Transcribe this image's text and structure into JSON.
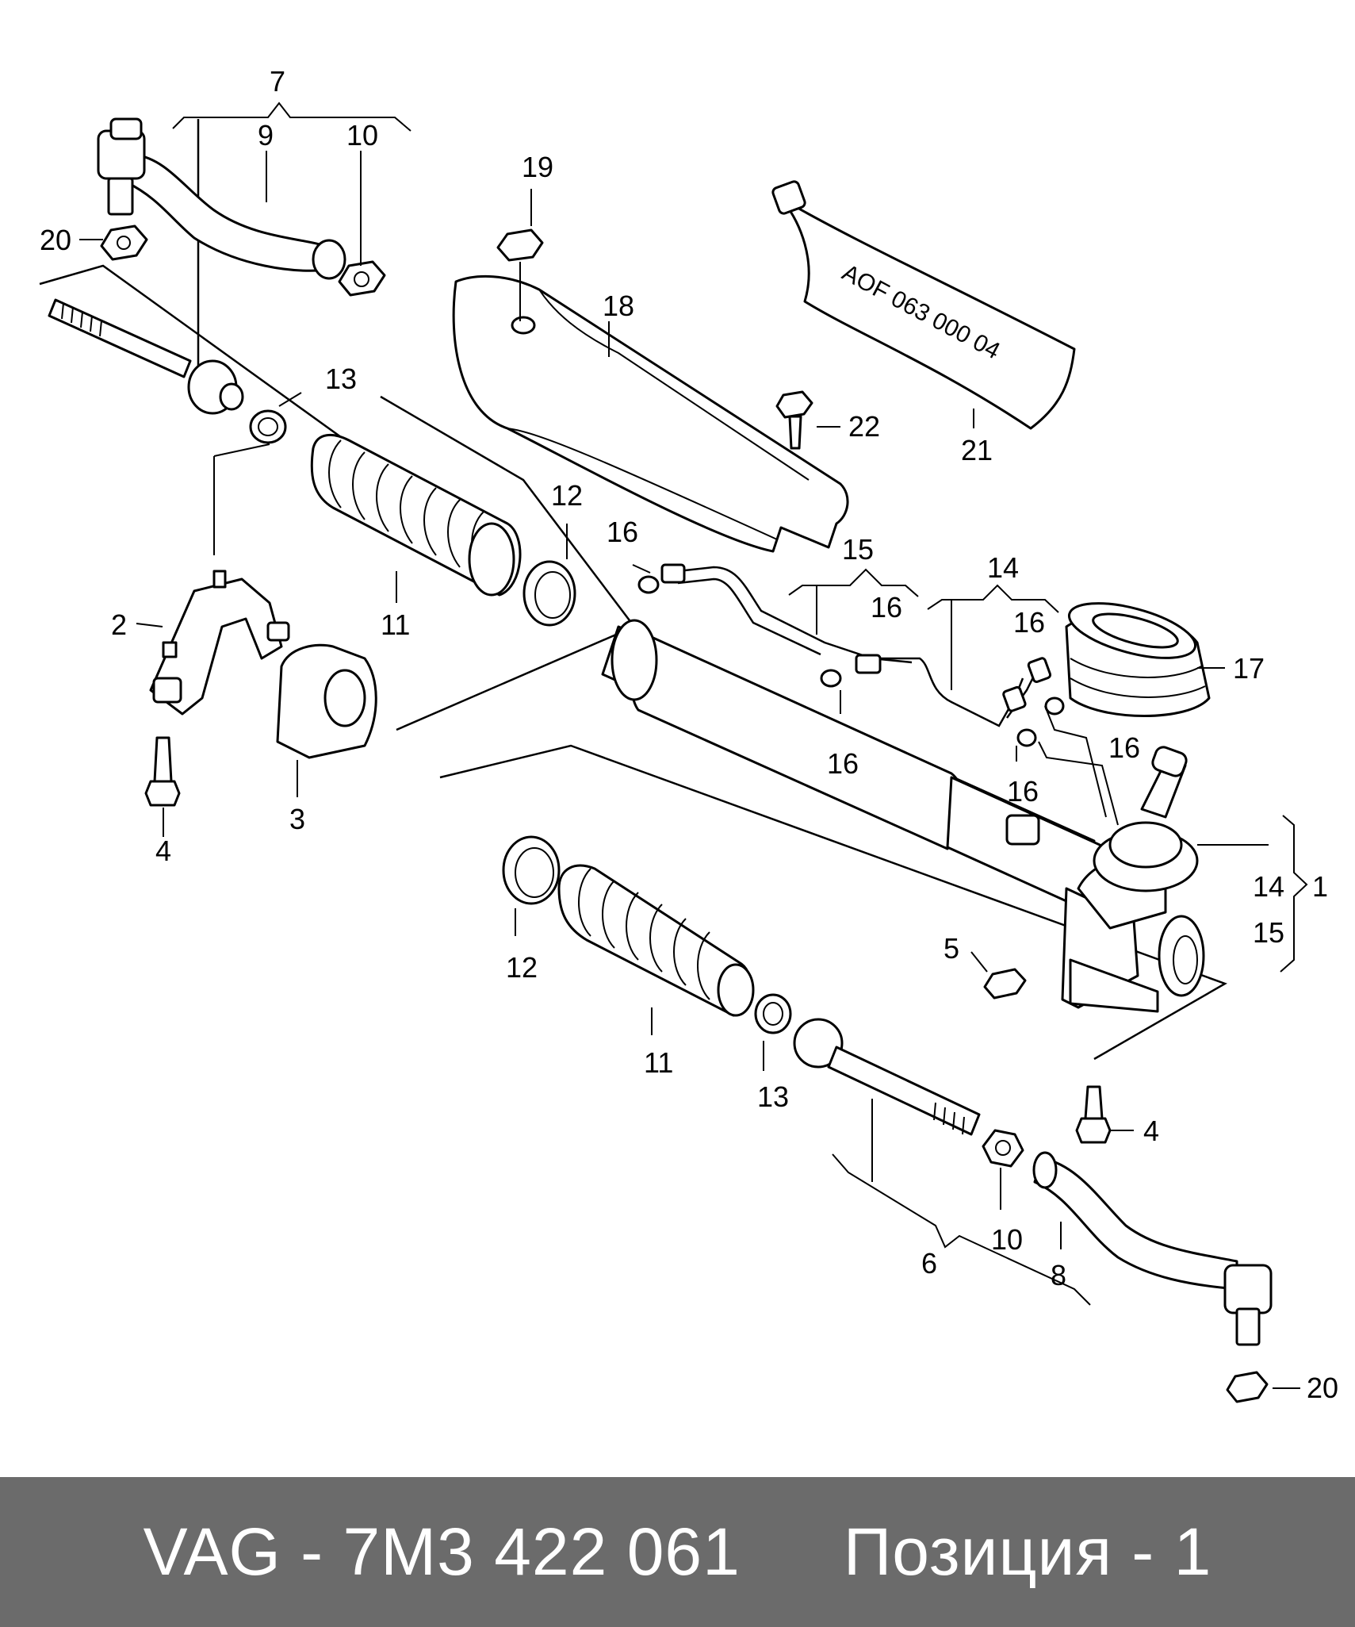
{
  "diagram": {
    "callouts": {
      "c1": "1",
      "c2": "2",
      "c3": "3",
      "c4a": "4",
      "c4b": "4",
      "c5": "5",
      "c6": "6",
      "c7": "7",
      "c8": "8",
      "c9": "9",
      "c10a": "10",
      "c10b": "10",
      "c11a": "11",
      "c11b": "11",
      "c12a": "12",
      "c12b": "12",
      "c13a": "13",
      "c13b": "13",
      "c14a": "14",
      "c14b": "14",
      "c15a": "15",
      "c15b": "15",
      "c16a": "16",
      "c16b": "16",
      "c16c": "16",
      "c16d": "16",
      "c16e": "16",
      "c16f": "16",
      "c17": "17",
      "c18": "18",
      "c19": "19",
      "c20a": "20",
      "c20b": "20",
      "c21": "21",
      "c22": "22"
    },
    "tube_label": "AOF 063 000 04"
  },
  "footer": {
    "part": "VAG - 7M3 422 061",
    "position": "Позиция - 1"
  }
}
